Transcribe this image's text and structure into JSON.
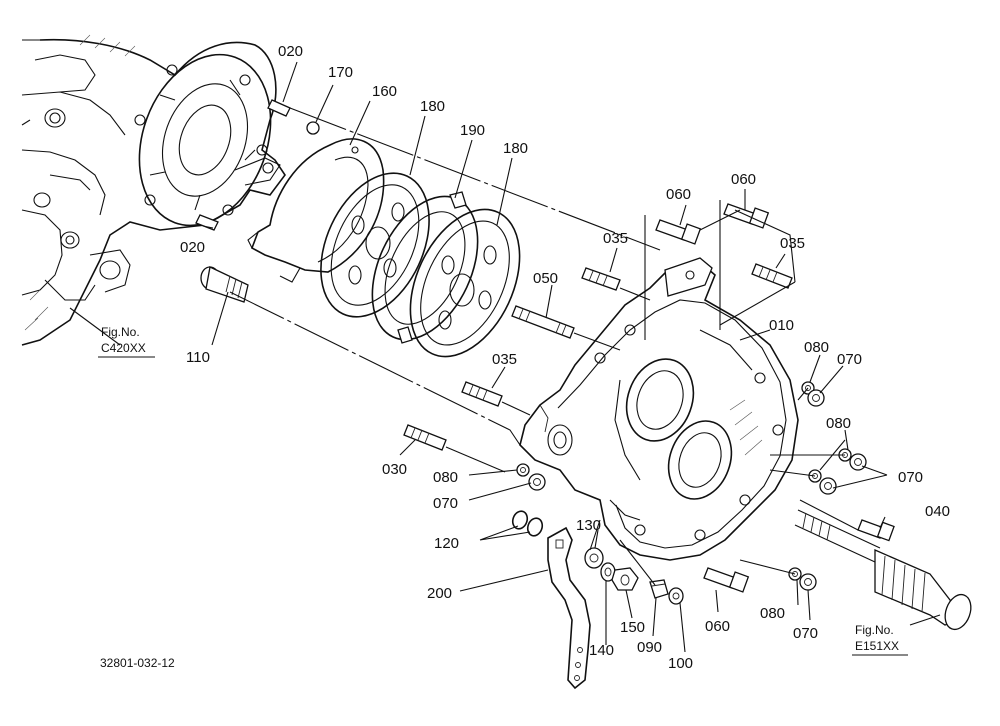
{
  "diagram_code": "32801-032-12",
  "figure_refs": [
    {
      "id": "ref-c420",
      "line1": "Fig.No.",
      "line2": "C420XX"
    },
    {
      "id": "ref-e151",
      "line1": "Fig.No.",
      "line2": "E151XX"
    }
  ],
  "part_labels": [
    {
      "id": "p020a",
      "text": "020"
    },
    {
      "id": "p170",
      "text": "170"
    },
    {
      "id": "p160",
      "text": "160"
    },
    {
      "id": "p180a",
      "text": "180"
    },
    {
      "id": "p190",
      "text": "190"
    },
    {
      "id": "p180b",
      "text": "180"
    },
    {
      "id": "p020b",
      "text": "020"
    },
    {
      "id": "p110",
      "text": "110"
    },
    {
      "id": "p060a",
      "text": "060"
    },
    {
      "id": "p060b",
      "text": "060"
    },
    {
      "id": "p035a",
      "text": "035"
    },
    {
      "id": "p035b",
      "text": "035"
    },
    {
      "id": "p050",
      "text": "050"
    },
    {
      "id": "p010",
      "text": "010"
    },
    {
      "id": "p080a",
      "text": "080"
    },
    {
      "id": "p070a",
      "text": "070"
    },
    {
      "id": "p035c",
      "text": "035"
    },
    {
      "id": "p080b",
      "text": "080"
    },
    {
      "id": "p070b",
      "text": "070"
    },
    {
      "id": "p030",
      "text": "030"
    },
    {
      "id": "p080c",
      "text": "080"
    },
    {
      "id": "p070c",
      "text": "070"
    },
    {
      "id": "p040",
      "text": "040"
    },
    {
      "id": "p120",
      "text": "120"
    },
    {
      "id": "p130",
      "text": "130"
    },
    {
      "id": "p200",
      "text": "200"
    },
    {
      "id": "p140",
      "text": "140"
    },
    {
      "id": "p150",
      "text": "150"
    },
    {
      "id": "p090",
      "text": "090"
    },
    {
      "id": "p100",
      "text": "100"
    },
    {
      "id": "p060c",
      "text": "060"
    },
    {
      "id": "p080d",
      "text": "080"
    },
    {
      "id": "p070d",
      "text": "070"
    }
  ]
}
